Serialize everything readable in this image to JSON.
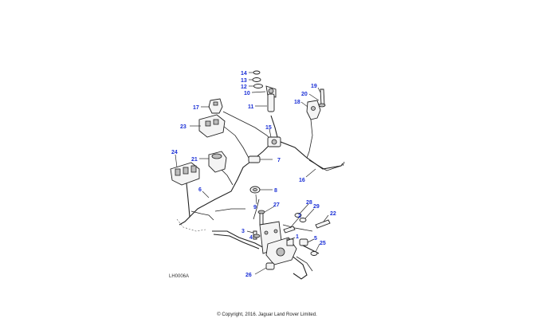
{
  "diagram": {
    "reference_code": "LH0006A",
    "copyright": "© Copyright, 2016. Jaguar Land Rover Limited.",
    "callouts": [
      {
        "id": "c14",
        "label": "14"
      },
      {
        "id": "c13",
        "label": "13"
      },
      {
        "id": "c12",
        "label": "12"
      },
      {
        "id": "c10",
        "label": "10"
      },
      {
        "id": "c11",
        "label": "11"
      },
      {
        "id": "c17",
        "label": "17"
      },
      {
        "id": "c19",
        "label": "19"
      },
      {
        "id": "c20",
        "label": "20"
      },
      {
        "id": "c18",
        "label": "18"
      },
      {
        "id": "c23",
        "label": "23"
      },
      {
        "id": "c15",
        "label": "15"
      },
      {
        "id": "c24",
        "label": "24"
      },
      {
        "id": "c21",
        "label": "21"
      },
      {
        "id": "c7",
        "label": "7"
      },
      {
        "id": "c16",
        "label": "16"
      },
      {
        "id": "c8",
        "label": "8"
      },
      {
        "id": "c6",
        "label": "6"
      },
      {
        "id": "c9",
        "label": "9"
      },
      {
        "id": "c27",
        "label": "27"
      },
      {
        "id": "c28",
        "label": "28"
      },
      {
        "id": "c29",
        "label": "29"
      },
      {
        "id": "c22",
        "label": "22"
      },
      {
        "id": "c2",
        "label": "2"
      },
      {
        "id": "c3",
        "label": "3"
      },
      {
        "id": "c4",
        "label": "4"
      },
      {
        "id": "c1",
        "label": "1"
      },
      {
        "id": "c5",
        "label": "5"
      },
      {
        "id": "c25",
        "label": "25"
      },
      {
        "id": "c26",
        "label": "26"
      }
    ]
  }
}
